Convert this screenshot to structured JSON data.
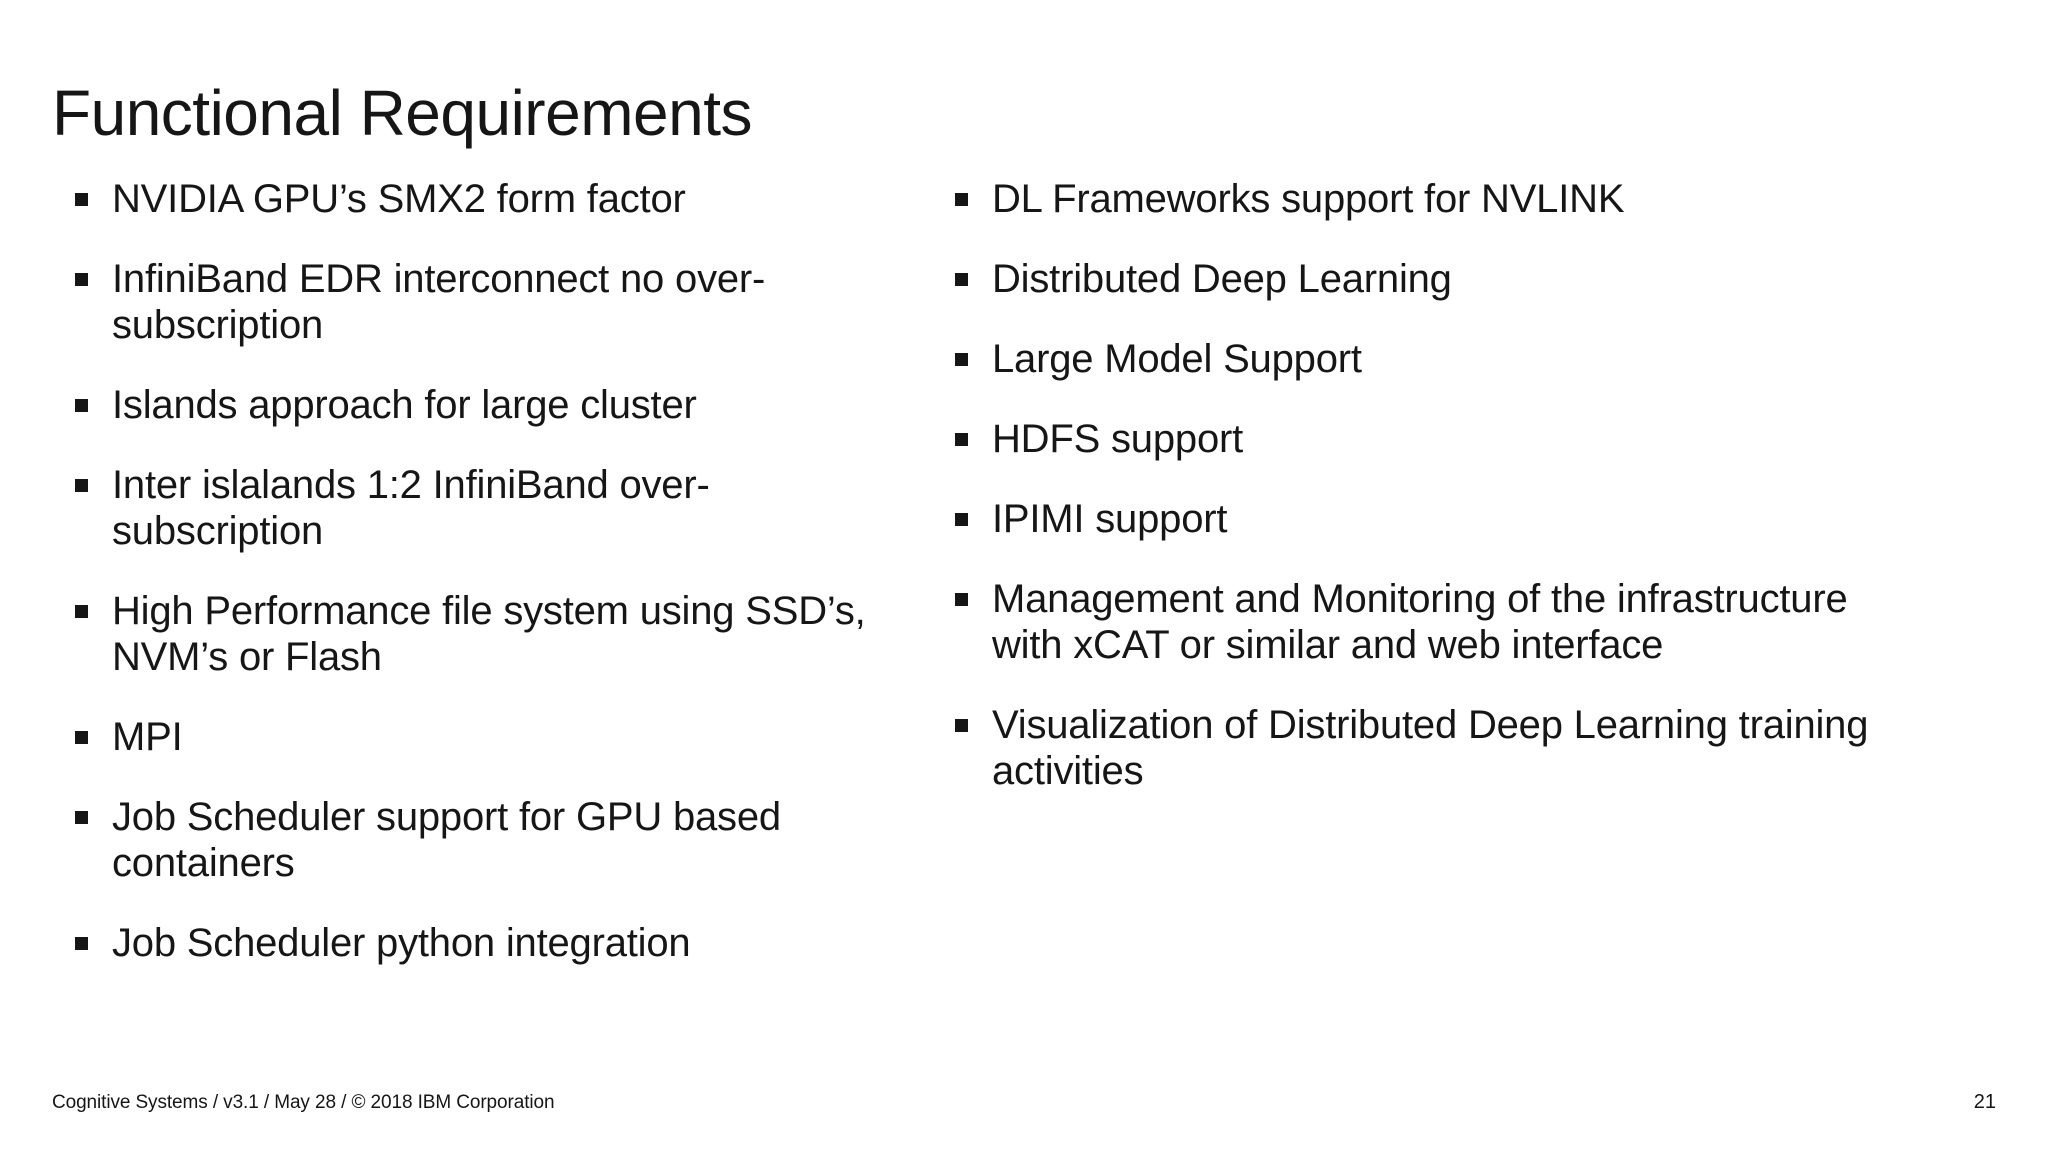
{
  "slide": {
    "title": "Functional Requirements",
    "footer_text": "Cognitive Systems / v3.1 / May 28 / © 2018 IBM Corporation",
    "page_number": "21"
  },
  "colors": {
    "background": "#ffffff",
    "text": "#161616",
    "bullet": "#161616"
  },
  "icons": {
    "bullet": "square-bullet-icon"
  },
  "columns": {
    "left": {
      "items": [
        {
          "text": "NVIDIA GPU’s SMX2 form factor"
        },
        {
          "text": "InfiniBand EDR interconnect no over-\nsubscription"
        },
        {
          "text": "Islands approach for large cluster"
        },
        {
          "text": "Inter islalands 1:2 InfiniBand over-\nsubscription"
        },
        {
          "text": "High Performance file system using SSD’s,\nNVM’s or Flash"
        },
        {
          "text": "MPI"
        },
        {
          "text": "Job Scheduler support for GPU based\ncontainers"
        },
        {
          "text": "Job Scheduler python integration"
        }
      ]
    },
    "right": {
      "items": [
        {
          "text": "DL Frameworks support for NVLINK"
        },
        {
          "text": "Distributed Deep Learning"
        },
        {
          "text": "Large Model Support"
        },
        {
          "text": "HDFS support"
        },
        {
          "text": "IPIMI support"
        },
        {
          "text": "Management and Monitoring of the infrastructure\nwith xCAT or similar and web interface"
        },
        {
          "text": "Visualization of Distributed Deep Learning training\nactivities"
        }
      ]
    }
  }
}
